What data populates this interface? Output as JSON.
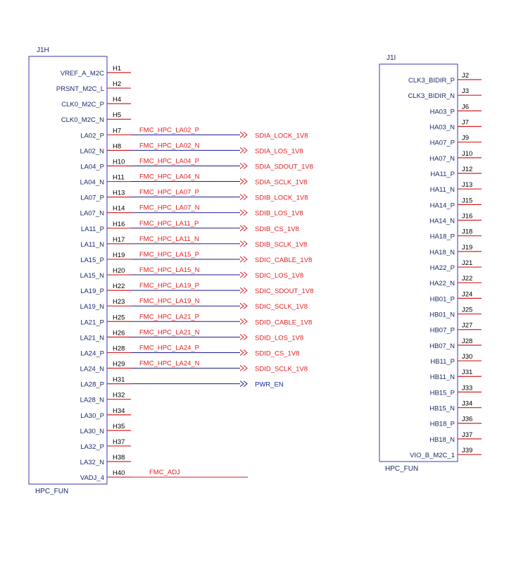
{
  "colors": {
    "body_outline": "#3a3ab0",
    "pin_line": "#d42020",
    "net_text": "#e02020",
    "pin_name": "#1a2a6c",
    "pin_number": "#000000",
    "blue_wire": "#1a1a8c"
  },
  "parts": [
    {
      "refdes": "J1H",
      "value": "HPC_FUN",
      "pins": [
        {
          "name": "VREF_A_M2C",
          "number": "H1",
          "net": "",
          "port": ""
        },
        {
          "name": "PRSNT_M2C_L",
          "number": "H2",
          "net": "",
          "port": ""
        },
        {
          "name": "CLK0_M2C_P",
          "number": "H4",
          "net": "",
          "port": ""
        },
        {
          "name": "CLK0_M2C_N",
          "number": "H5",
          "net": "",
          "port": ""
        },
        {
          "name": "LA02_P",
          "number": "H7",
          "net": "FMC_HPC_LA02_P",
          "port": "SDIA_LOCK_1V8"
        },
        {
          "name": "LA02_N",
          "number": "H8",
          "net": "FMC_HPC_LA02_N",
          "port": "SDIA_LOS_1V8"
        },
        {
          "name": "LA04_P",
          "number": "H10",
          "net": "FMC_HPC_LA04_P",
          "port": "SDIA_SDOUT_1V8"
        },
        {
          "name": "LA04_N",
          "number": "H11",
          "net": "FMC_HPC_LA04_N",
          "port": "SDIA_SCLK_1V8"
        },
        {
          "name": "LA07_P",
          "number": "H13",
          "net": "FMC_HPC_LA07_P",
          "port": "SDIB_LOCK_1V8"
        },
        {
          "name": "LA07_N",
          "number": "H14",
          "net": "FMC_HPC_LA07_N",
          "port": "SDIB_LOS_1V8"
        },
        {
          "name": "LA11_P",
          "number": "H16",
          "net": "FMC_HPC_LA11_P",
          "port": "SDIB_CS_1V8"
        },
        {
          "name": "LA11_N",
          "number": "H17",
          "net": "FMC_HPC_LA11_N",
          "port": "SDIB_SCLK_1V8"
        },
        {
          "name": "LA15_P",
          "number": "H19",
          "net": "FMC_HPC_LA15_P",
          "port": "SDIC_CABLE_1V8"
        },
        {
          "name": "LA15_N",
          "number": "H20",
          "net": "FMC_HPC_LA15_N",
          "port": "SDIC_LOS_1V8"
        },
        {
          "name": "LA19_P",
          "number": "H22",
          "net": "FMC_HPC_LA19_P",
          "port": "SDIC_SDOUT_1V8"
        },
        {
          "name": "LA19_N",
          "number": "H23",
          "net": "FMC_HPC_LA19_N",
          "port": "SDIC_SCLK_1V8"
        },
        {
          "name": "LA21_P",
          "number": "H25",
          "net": "FMC_HPC_LA21_P",
          "port": "SDID_CABLE_1V8"
        },
        {
          "name": "LA21_N",
          "number": "H26",
          "net": "FMC_HPC_LA21_N",
          "port": "SDID_LOS_1V8"
        },
        {
          "name": "LA24_P",
          "number": "H28",
          "net": "FMC_HPC_LA24_P",
          "port": "SDID_CS_1V8"
        },
        {
          "name": "LA24_N",
          "number": "H29",
          "net": "FMC_HPC_LA24_N",
          "port": "SDID_SCLK_1V8"
        },
        {
          "name": "LA28_P",
          "number": "H31",
          "net": "",
          "port": "PWR_EN",
          "wire": "blue"
        },
        {
          "name": "LA28_N",
          "number": "H32",
          "net": "",
          "port": ""
        },
        {
          "name": "LA30_P",
          "number": "H34",
          "net": "",
          "port": ""
        },
        {
          "name": "LA30_N",
          "number": "H35",
          "net": "",
          "port": ""
        },
        {
          "name": "LA32_P",
          "number": "H37",
          "net": "",
          "port": ""
        },
        {
          "name": "LA32_N",
          "number": "H38",
          "net": "",
          "port": ""
        },
        {
          "name": "VADJ_4",
          "number": "H40",
          "net": "FMC_ADJ",
          "port": "",
          "wire": "red"
        }
      ]
    },
    {
      "refdes": "J1I",
      "value": "HPC_FUN",
      "pins": [
        {
          "name": "CLK3_BIDIR_P",
          "number": "J2"
        },
        {
          "name": "CLK3_BIDIR_N",
          "number": "J3"
        },
        {
          "name": "HA03_P",
          "number": "J6"
        },
        {
          "name": "HA03_N",
          "number": "J7"
        },
        {
          "name": "HA07_P",
          "number": "J9"
        },
        {
          "name": "HA07_N",
          "number": "J10"
        },
        {
          "name": "HA11_P",
          "number": "J12"
        },
        {
          "name": "HA11_N",
          "number": "J13"
        },
        {
          "name": "HA14_P",
          "number": "J15"
        },
        {
          "name": "HA14_N",
          "number": "J16"
        },
        {
          "name": "HA18_P",
          "number": "J18"
        },
        {
          "name": "HA18_N",
          "number": "J19"
        },
        {
          "name": "HA22_P",
          "number": "J21"
        },
        {
          "name": "HA22_N",
          "number": "J22"
        },
        {
          "name": "HB01_P",
          "number": "J24"
        },
        {
          "name": "HB01_N",
          "number": "J25"
        },
        {
          "name": "HB07_P",
          "number": "J27"
        },
        {
          "name": "HB07_N",
          "number": "J28"
        },
        {
          "name": "HB11_P",
          "number": "J30"
        },
        {
          "name": "HB11_N",
          "number": "J31"
        },
        {
          "name": "HB15_P",
          "number": "J33"
        },
        {
          "name": "HB15_N",
          "number": "J34"
        },
        {
          "name": "HB18_P",
          "number": "J36"
        },
        {
          "name": "HB18_N",
          "number": "J37"
        },
        {
          "name": "VIO_B_M2C_1",
          "number": "J39"
        }
      ]
    }
  ]
}
